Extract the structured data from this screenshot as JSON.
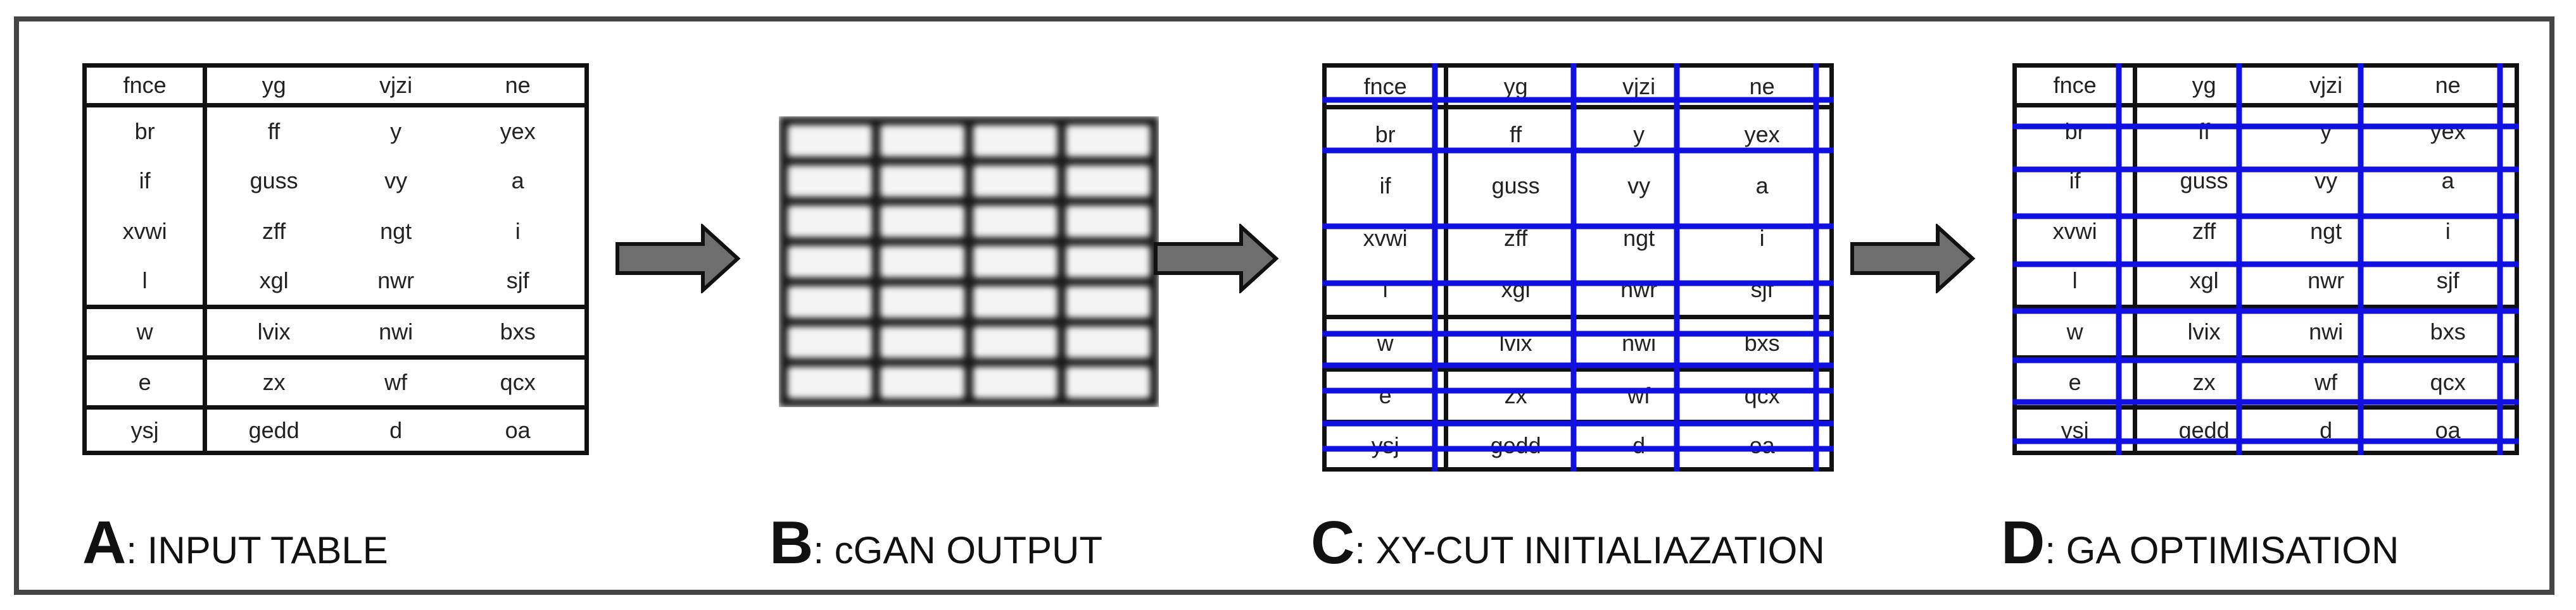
{
  "table": {
    "rows": [
      [
        "fnce",
        "yg",
        "vjzi",
        "ne"
      ],
      [
        "br",
        "ff",
        "y",
        "yex"
      ],
      [
        "if",
        "guss",
        "vy",
        "a"
      ],
      [
        "xvwi",
        "zff",
        "ngt",
        "i"
      ],
      [
        "l",
        "xgl",
        "nwr",
        "sjf"
      ],
      [
        "w",
        "lvix",
        "nwi",
        "bxs"
      ],
      [
        "e",
        "zx",
        "wf",
        "qcx"
      ],
      [
        "ysj",
        "gedd",
        "d",
        "oa"
      ]
    ],
    "separator_after_rows": [
      0,
      4,
      5,
      6
    ]
  },
  "captions": {
    "a": {
      "letter": "A",
      "text": ":  INPUT TABLE"
    },
    "b": {
      "letter": "B",
      "text": ":  cGAN OUTPUT"
    },
    "c": {
      "letter": "C",
      "text": ":  XY-CUT INITIALIAZATION"
    },
    "d": {
      "letter": "D",
      "text": ":  GA OPTIMISATION"
    }
  },
  "colors": {
    "frame": "#444444",
    "table_border": "#111111",
    "overlay_blue": "#1010e0",
    "arrow_fill": "#6e6e6e",
    "arrow_stroke": "#111111"
  }
}
